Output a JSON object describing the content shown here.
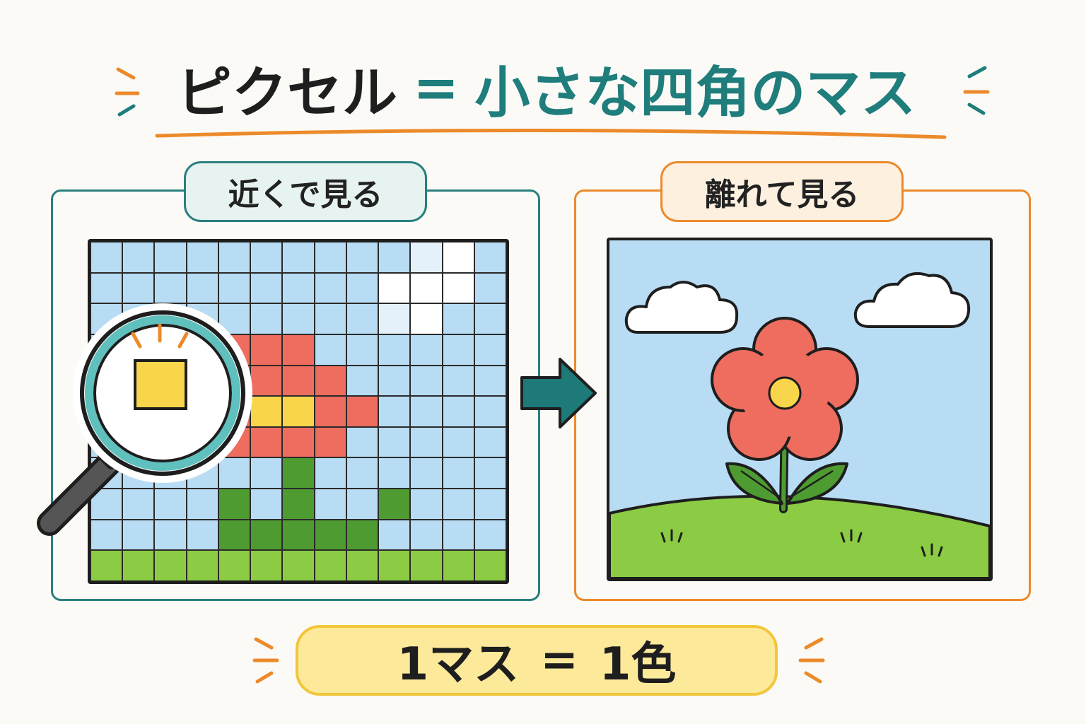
{
  "title": {
    "part1": "ピクセル",
    "equals": "=",
    "part2": "小さな四角のマス"
  },
  "left_panel": {
    "label": "近くで見る"
  },
  "right_panel": {
    "label": "離れて見る"
  },
  "bottom": {
    "left": "1マス",
    "equals": "=",
    "right": "1色"
  },
  "pixel_grid": {
    "cols": 13,
    "rows": 11,
    "palette": {
      "S": "#b8dcf3",
      "W": "#ffffff",
      "L": "#e4f1fa",
      "R": "#ee6d5f",
      "Y": "#f8d54a",
      "G": "#4e9b32",
      "g": "#8ccc44"
    },
    "cells": [
      "SSSSSSSSSSLWS",
      "SSSSSSSSSWWWS",
      "SSSSSSSSSLWSS",
      "SSSSRRRSSSSSS",
      "SSSRRRRRSSSSS",
      "SSSRRYYRRSSSS",
      "SSSRRRRRSSSSS",
      "SSSSSSGSSSSSS",
      "SSSSGSGSSGSSS",
      "SSSSGGGGGSSSS",
      "ggggggggggggg"
    ]
  },
  "colors": {
    "teal": "#1f7d7c",
    "orange": "#ec8a2b",
    "yellow": "#f8d54a",
    "red": "#ee6d5f",
    "green_dark": "#4e9b32",
    "green_light": "#8ccc44",
    "sky": "#b8dcf3"
  },
  "icons": {
    "magnifier": "magnifier-icon",
    "arrow": "arrow-right-icon",
    "sparkle": "sparkle-lines-icon"
  }
}
